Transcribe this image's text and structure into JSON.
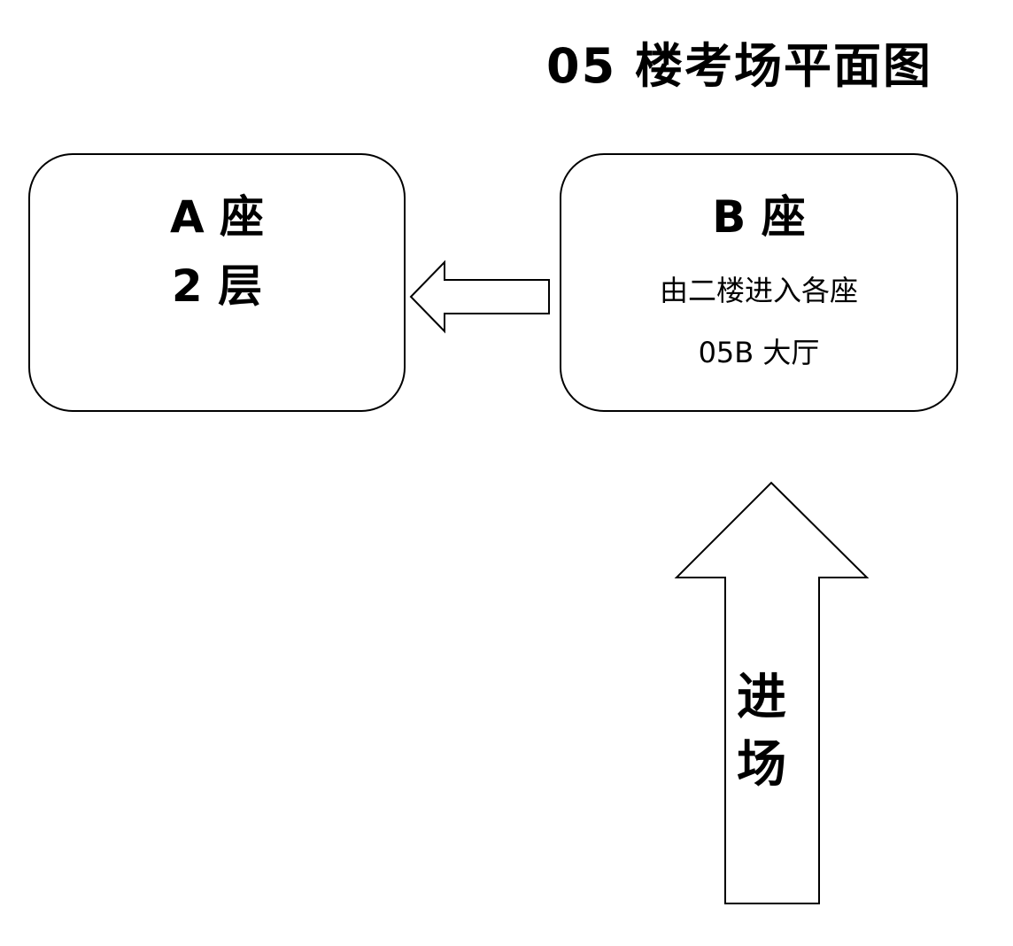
{
  "title": "05 楼考场平面图",
  "building_a": {
    "name": "A 座",
    "floor": "2 层"
  },
  "building_b": {
    "name": "B 座",
    "note": "由二楼进入各座",
    "hall": "05B 大厅"
  },
  "entrance": {
    "char1": "进",
    "char2": "场"
  }
}
